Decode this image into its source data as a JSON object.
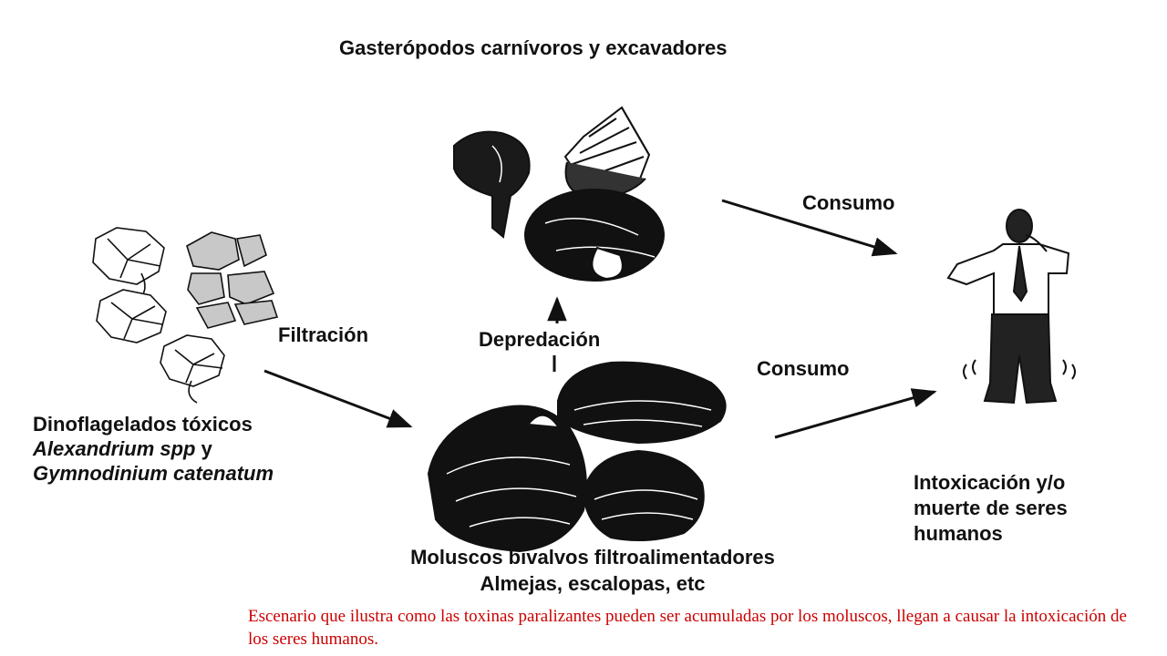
{
  "labels": {
    "gastropods": "Gasterópodos carnívoros y excavadores",
    "consumption_top": "Consumo",
    "filtration": "Filtración",
    "predation": "Depredación",
    "consumption_bottom": "Consumo",
    "dinoflagellates_line1": "Dinoflagelados tóxicos",
    "dinoflagellates_line2": "Alexandrium spp",
    "dinoflagellates_line2b": " y",
    "dinoflagellates_line3": "Gymnodinium catenatum",
    "human_line1": "Intoxicación y/o",
    "human_line2": "muerte de seres",
    "human_line3": "humanos",
    "bivalves_line1": "Moluscos bivalvos  filtroalimentadores",
    "bivalves_line2": "Almejas, escalopas, etc"
  },
  "caption": "Escenario que ilustra como las toxinas paralizantes pueden ser acumuladas por los moluscos, llegan a causar la intoxicación de los seres humanos.",
  "colors": {
    "caption": "#cc0000",
    "ink": "#111111",
    "cell_fill": "#c8c8c8"
  },
  "icons": [
    "dinoflagellate-icon",
    "gastropod-shell-icon",
    "bivalve-shell-icon",
    "human-figure-icon",
    "arrow-icon"
  ]
}
